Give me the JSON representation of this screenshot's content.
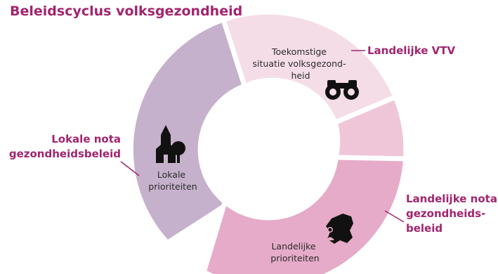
{
  "title": "Beleidscyclus volksgezondheid",
  "labels": {
    "landelijke_vtv": "Landelijke VTV",
    "lokale_nota": [
      "Lokale nota",
      "gezondheidsbeleid"
    ],
    "landelijke_nota": [
      "Landelijke nota",
      "gezondheids-",
      "beleid"
    ]
  },
  "segments": {
    "toekomstige": [
      "Toekomstige",
      "situatie volksgezond-",
      "heid"
    ],
    "lokale": [
      "Lokale",
      "prioriteiten"
    ],
    "landelijke": [
      "Landelijke",
      "prioriteiten"
    ]
  },
  "icons": {
    "top": "binoculars-icon",
    "left": "church-tree-icon",
    "bottom": "netherlands-map-person-icon"
  },
  "colors": {
    "accent": "#a2246e",
    "segment_top": "#f5dde8",
    "segment_right": "#efc6d8",
    "segment_bottom": "#e6abc9",
    "segment_left": "#c6b1cc"
  }
}
